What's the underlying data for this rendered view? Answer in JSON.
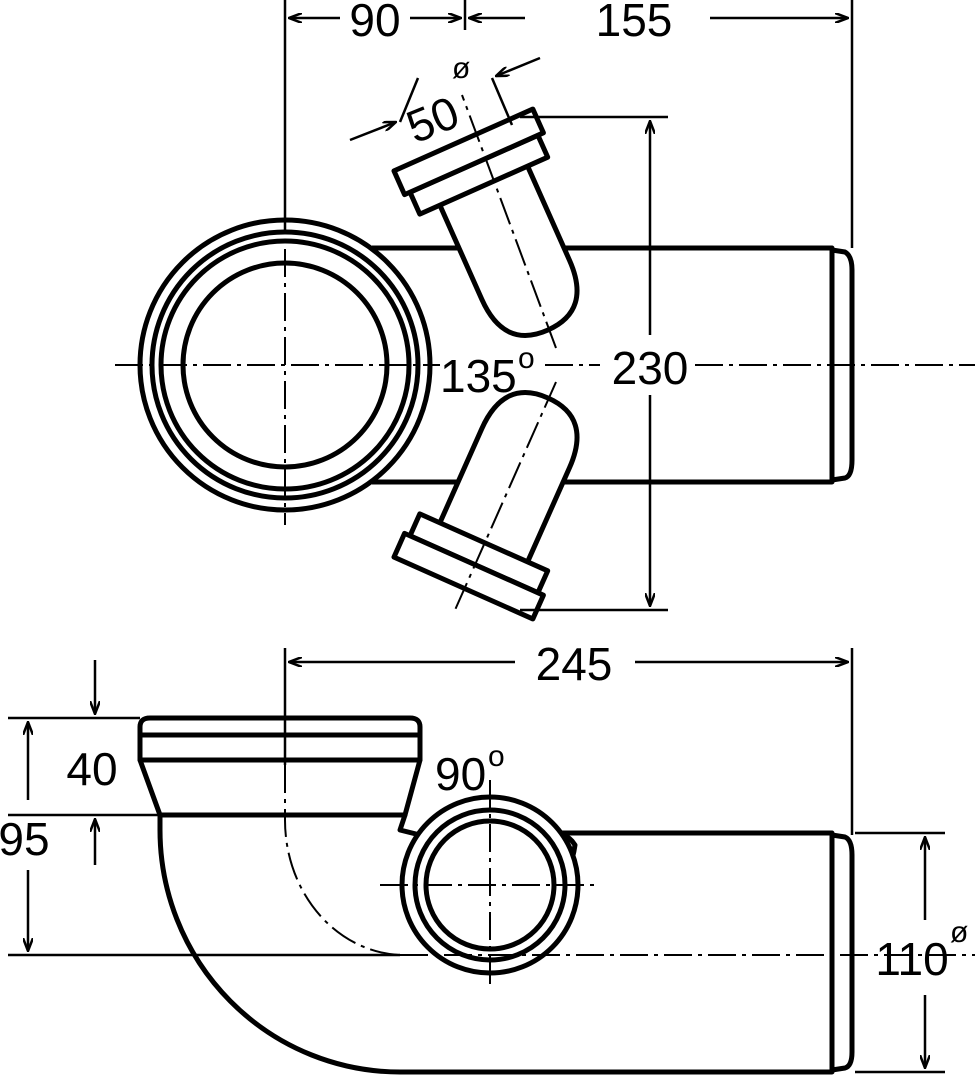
{
  "drawing": {
    "top_view": {
      "dim_offset": "90",
      "dim_width": "155",
      "dim_branch_diameter": "50",
      "dim_branch_diameter_symbol": "ø",
      "dim_angle": "135",
      "dim_angle_symbol": "o",
      "dim_height": "230"
    },
    "side_view": {
      "dim_length": "245",
      "dim_socket": "40",
      "dim_height": "95",
      "dim_angle": "90",
      "dim_angle_symbol": "o",
      "dim_pipe_diameter": "110",
      "dim_pipe_diameter_symbol": "ø"
    }
  }
}
